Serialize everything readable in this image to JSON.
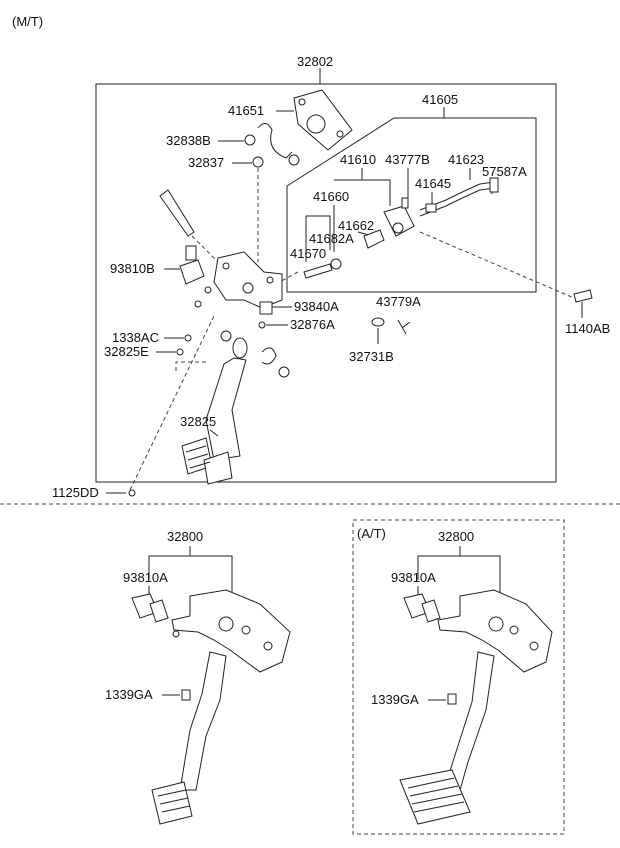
{
  "mt_label": "(M/T)",
  "at_label": "(A/T)",
  "labels": {
    "p32802": "32802",
    "p41651": "41651",
    "p41605": "41605",
    "p32838B": "32838B",
    "p32837": "32837",
    "p41610": "41610",
    "p43777B": "43777B",
    "p41623": "41623",
    "p57587A": "57587A",
    "p41645": "41645",
    "p41660": "41660",
    "p41662": "41662",
    "p41682A": "41682A",
    "p41670": "41670",
    "p93810B": "93810B",
    "p93840A": "93840A",
    "p43779A": "43779A",
    "p32876A": "32876A",
    "p1140AB": "1140AB",
    "p1338AC": "1338AC",
    "p32825E": "32825E",
    "p32731B": "32731B",
    "p32825": "32825",
    "p1125DD": "1125DD",
    "mt_32800": "32800",
    "mt_93810A": "93810A",
    "mt_1339GA": "1339GA",
    "at_32800": "32800",
    "at_93810A": "93810A",
    "at_1339GA": "1339GA"
  }
}
